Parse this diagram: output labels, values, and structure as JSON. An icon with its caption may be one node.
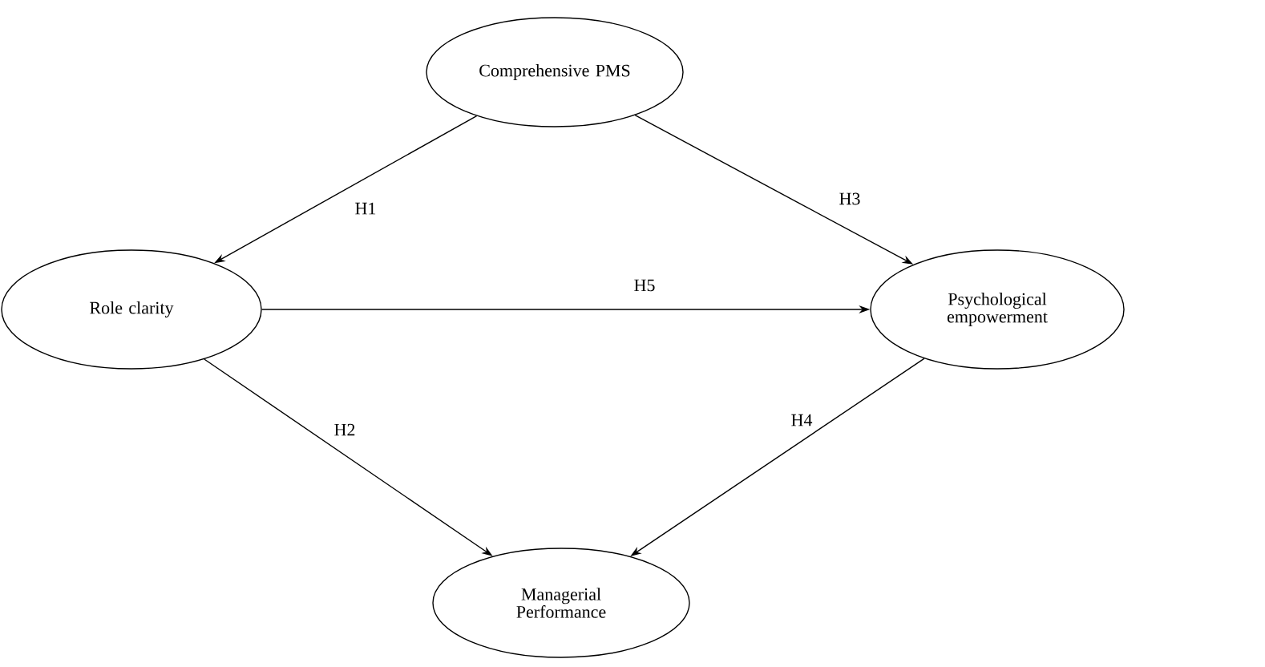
{
  "diagram": {
    "nodes": [
      {
        "text": [
          "Comprehensive PMS"
        ]
      },
      {
        "text": [
          "Role clarity"
        ]
      },
      {
        "text": [
          "Psychological empowerment"
        ]
      },
      {
        "text": [
          "Managerial Performance"
        ]
      }
    ],
    "edges": [
      {
        "from": 0,
        "to": 1,
        "arrow": "to",
        "label": "H1"
      },
      {
        "from": 0,
        "to": 2,
        "arrow": "to",
        "label": "H3"
      },
      {
        "from": 1,
        "to": 2,
        "arrow": "to",
        "label": "H5"
      },
      {
        "from": 1,
        "to": 3,
        "arrow": "to",
        "label": "H2"
      },
      {
        "from": 2,
        "to": 3,
        "arrow": "to",
        "label": "H4"
      }
    ]
  }
}
